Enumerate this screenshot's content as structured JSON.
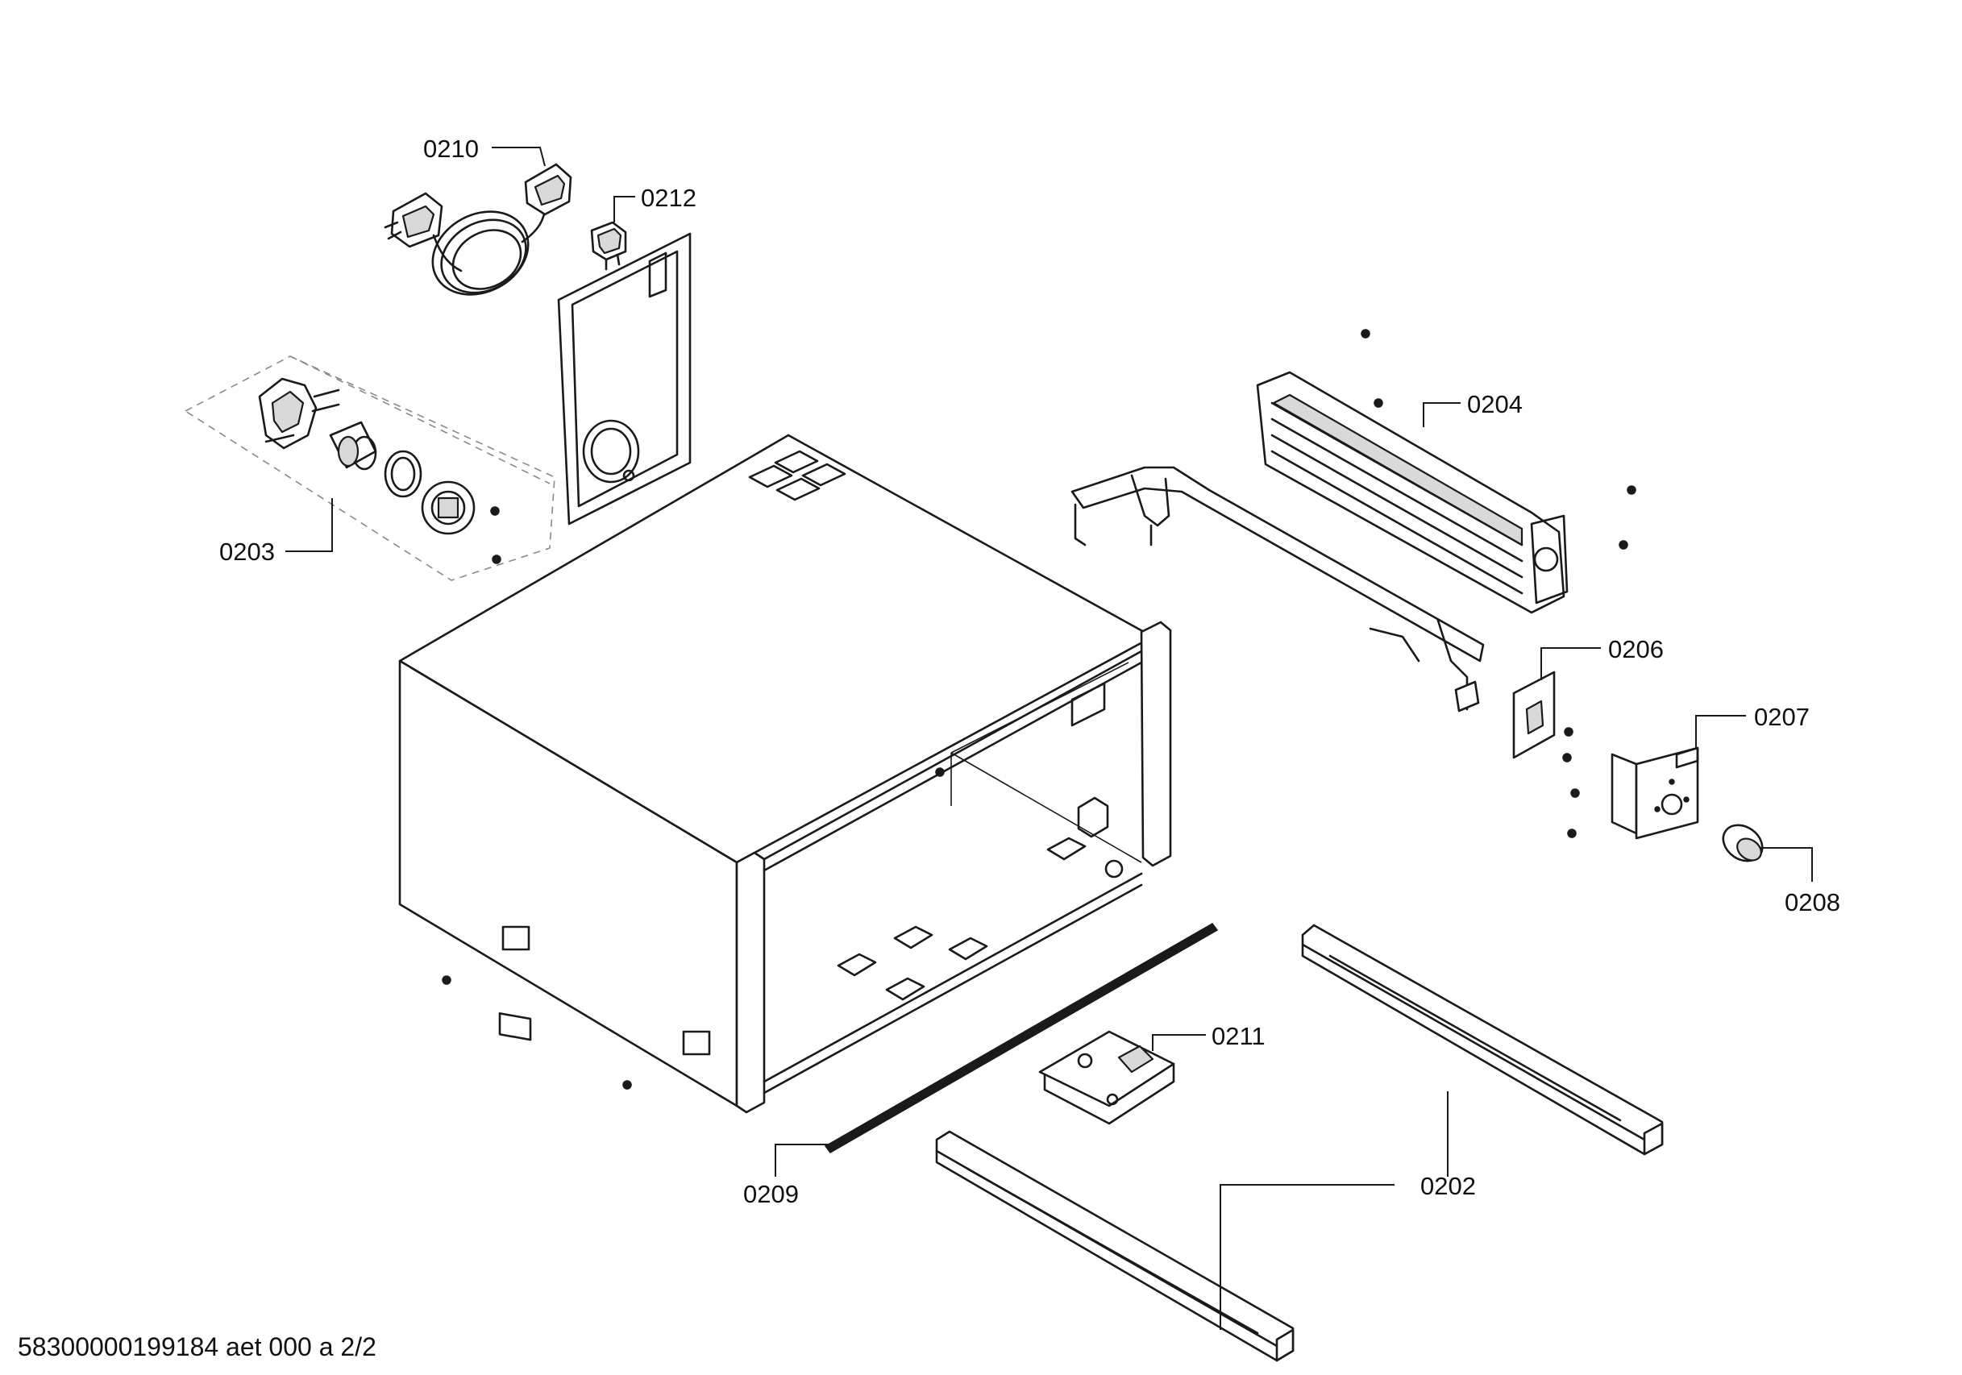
{
  "labels": {
    "p0210": "0210",
    "p0212": "0212",
    "p0203": "0203",
    "p0204": "0204",
    "p0206": "0206",
    "p0207": "0207",
    "p0208": "0208",
    "p0211": "0211",
    "p0209": "0209",
    "p0202": "0202"
  },
  "footer": {
    "document_id": "58300000199184 aet 000 a 2/2"
  },
  "style": {
    "line_color": "#1a1a1a",
    "background": "#ffffff"
  }
}
